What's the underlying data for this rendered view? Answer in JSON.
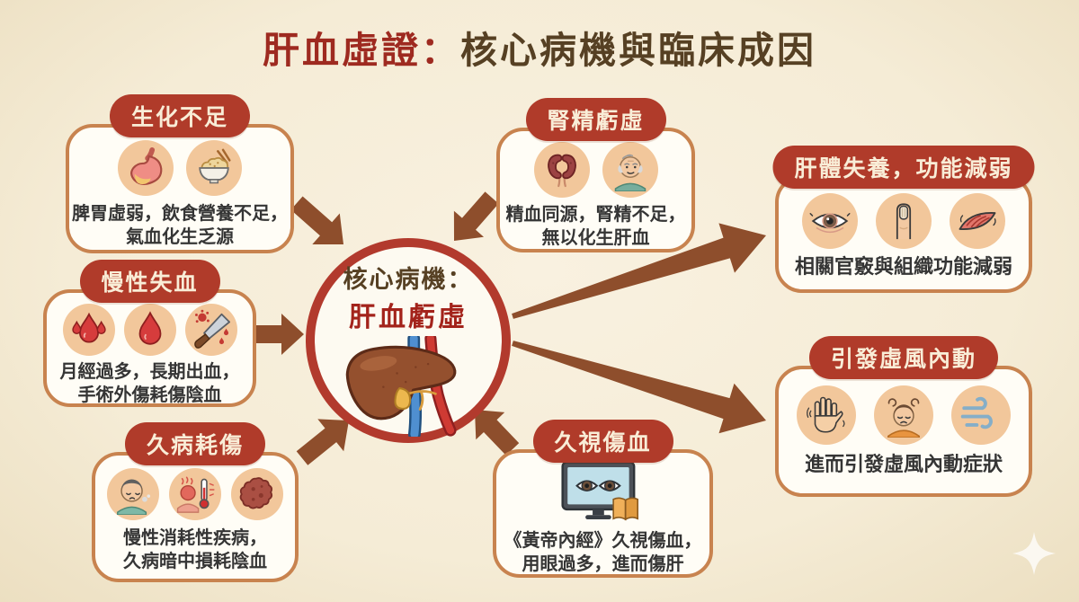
{
  "title": {
    "part1": "肝血虛證：",
    "part2": "核心病機與臨床成因"
  },
  "center": {
    "label": "核心病機：",
    "value": "肝血虧虛",
    "icon": "liver-icon"
  },
  "cards": {
    "biochemical_deficiency": {
      "title": "生化不足",
      "desc1": "脾胃虛弱，飲食營養不足，",
      "desc2": "氣血化生乏源",
      "icons": [
        "stomach-icon",
        "rice-bowl-icon"
      ]
    },
    "chronic_blood_loss": {
      "title": "慢性失血",
      "desc1": "月經過多，長期出血，",
      "desc2": "手術外傷耗傷陰血",
      "icons": [
        "blood-drops-icon",
        "blood-drop-icon",
        "knife-icon"
      ]
    },
    "chronic_illness": {
      "title": "久病耗傷",
      "desc1": "慢性消耗性疾病，",
      "desc2": "久病暗中損耗陰血",
      "icons": [
        "coughing-person-icon",
        "fever-icon",
        "tumor-icon"
      ]
    },
    "kidney_essence_deficiency": {
      "title": "腎精虧虛",
      "desc1": "精血同源，腎精不足，",
      "desc2": "無以化生肝血",
      "icons": [
        "kidneys-icon",
        "elderly-man-icon"
      ]
    },
    "eye_strain": {
      "title": "久視傷血",
      "desc1": "《黃帝內經》久視傷血，",
      "desc2": "用眼過多，進而傷肝",
      "icons": [
        "monitor-eyes-book-icon"
      ]
    },
    "liver_malnourishment": {
      "title": "肝體失養，功能減弱",
      "desc1": "相關官竅與組織功能減弱",
      "icons": [
        "eye-icon",
        "fingernail-icon",
        "muscle-icon"
      ]
    },
    "internal_wind": {
      "title": "引發虛風內動",
      "desc1": "進而引發虛風內動症狀",
      "icons": [
        "trembling-hand-icon",
        "dizzy-person-icon",
        "wind-icon"
      ]
    }
  },
  "colors": {
    "background": "#f5ecd6",
    "card_border": "#c8834f",
    "pill_red": "#b03b2a",
    "pill_text": "#f9edd7",
    "title_red": "#9e2a20",
    "title_brown": "#564023",
    "arrow_brown": "#8e4e2c",
    "ring_red": "#b23a2d",
    "icon_circle_bg": "#f2c79b",
    "text_dark": "#353535"
  },
  "watermark": "sparkle-icon"
}
